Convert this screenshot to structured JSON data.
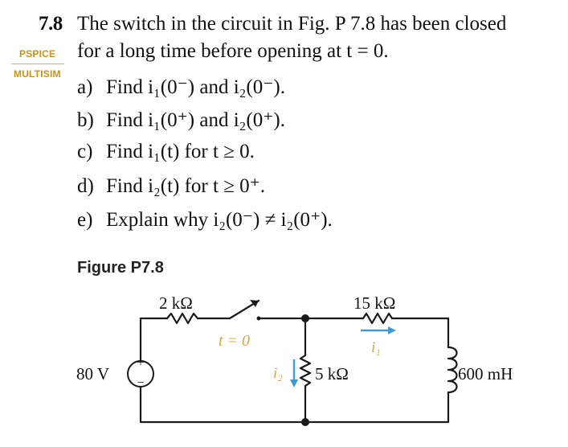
{
  "problem": {
    "number": "7.8",
    "statement_line1": "The switch in the circuit in Fig. P 7.8 has been closed",
    "statement_line2": "for a long time before opening at t = 0.",
    "tags": [
      "PSPICE",
      "MULTISIM"
    ]
  },
  "parts": [
    {
      "label": "a)",
      "text": "Find i₁(0⁻) and i₂(0⁻)."
    },
    {
      "label": "b)",
      "text": "Find i₁(0⁺) and i₂(0⁺)."
    },
    {
      "label": "c)",
      "text": "Find i₁(t) for t ≥ 0."
    },
    {
      "label": "d)",
      "text": "Find i₂(t) for t ≥ 0⁺."
    },
    {
      "label": "e)",
      "text": "Explain why i₂(0⁻) ≠ i₂(0⁺)."
    }
  ],
  "figure": {
    "title": "Figure P7.8",
    "source_label": "80 V",
    "source_plus": "+",
    "source_minus": "−",
    "r1_label": "2 kΩ",
    "switch_label": "t = 0",
    "r2_label": "15 kΩ",
    "i1_label": "i₁",
    "r3_label": "5 kΩ",
    "i2_label": "i₂",
    "inductor_label": "600 mH",
    "colors": {
      "wire": "#1a1a1a",
      "switch_label": "#d9a740",
      "current_arrow": "#3d9ad6",
      "tag": "#c79316"
    }
  }
}
